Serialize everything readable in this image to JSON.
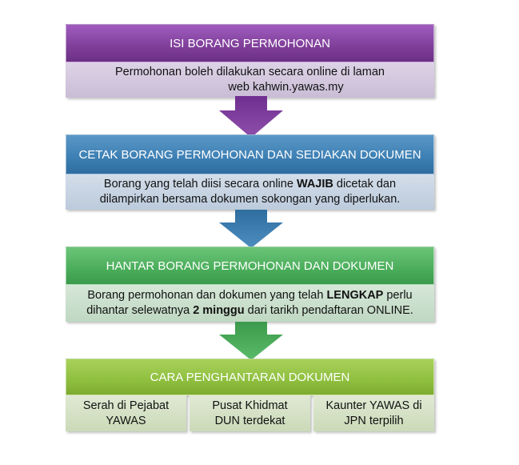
{
  "steps": [
    {
      "title": "ISI BORANG PERMOHONAN",
      "line1": "Permohonan boleh dilakukan secara online di laman",
      "line2": "web kahwin.yawas.my",
      "color_head": "#7f3f98",
      "color_body": "#cbc0d7"
    },
    {
      "title": "CETAK BORANG PERMOHONAN DAN SEDIAKAN DOKUMEN",
      "line1_pre": "Borang yang telah diisi secara online ",
      "line1_bold": "WAJIB",
      "line1_post": " dicetak dan",
      "line2": "dilampirkan bersama dokumen sokongan yang diperlukan.",
      "color_head": "#3d7fb3",
      "color_body": "#c0cedf"
    },
    {
      "title": "HANTAR BORANG PERMOHONAN DAN DOKUMEN",
      "line1_pre": "Borang permohonan dan dokumen yang telah ",
      "line1_bold": "LENGKAP",
      "line1_post": " perlu",
      "line2_pre": "dihantar selewatnya ",
      "line2_bold": "2 minggu",
      "line2_post": " dari tarikh pendaftaran ONLINE.",
      "color_head": "#4aad5a",
      "color_body": "#c6ddc8"
    },
    {
      "title": "CARA PENGHANTARAN DOKUMEN",
      "options": [
        {
          "line1": "Serah di Pejabat",
          "line2": "YAWAS"
        },
        {
          "line1": "Pusat Khidmat",
          "line2": "DUN terdekat"
        },
        {
          "line1": "Kaunter YAWAS di",
          "line2": "JPN terpilih"
        }
      ],
      "color_head": "#8fbf3f",
      "color_body": "#d4e1c4"
    }
  ],
  "arrow_colors": [
    "#7f3f98",
    "#3d7fb3",
    "#4aad5a"
  ]
}
